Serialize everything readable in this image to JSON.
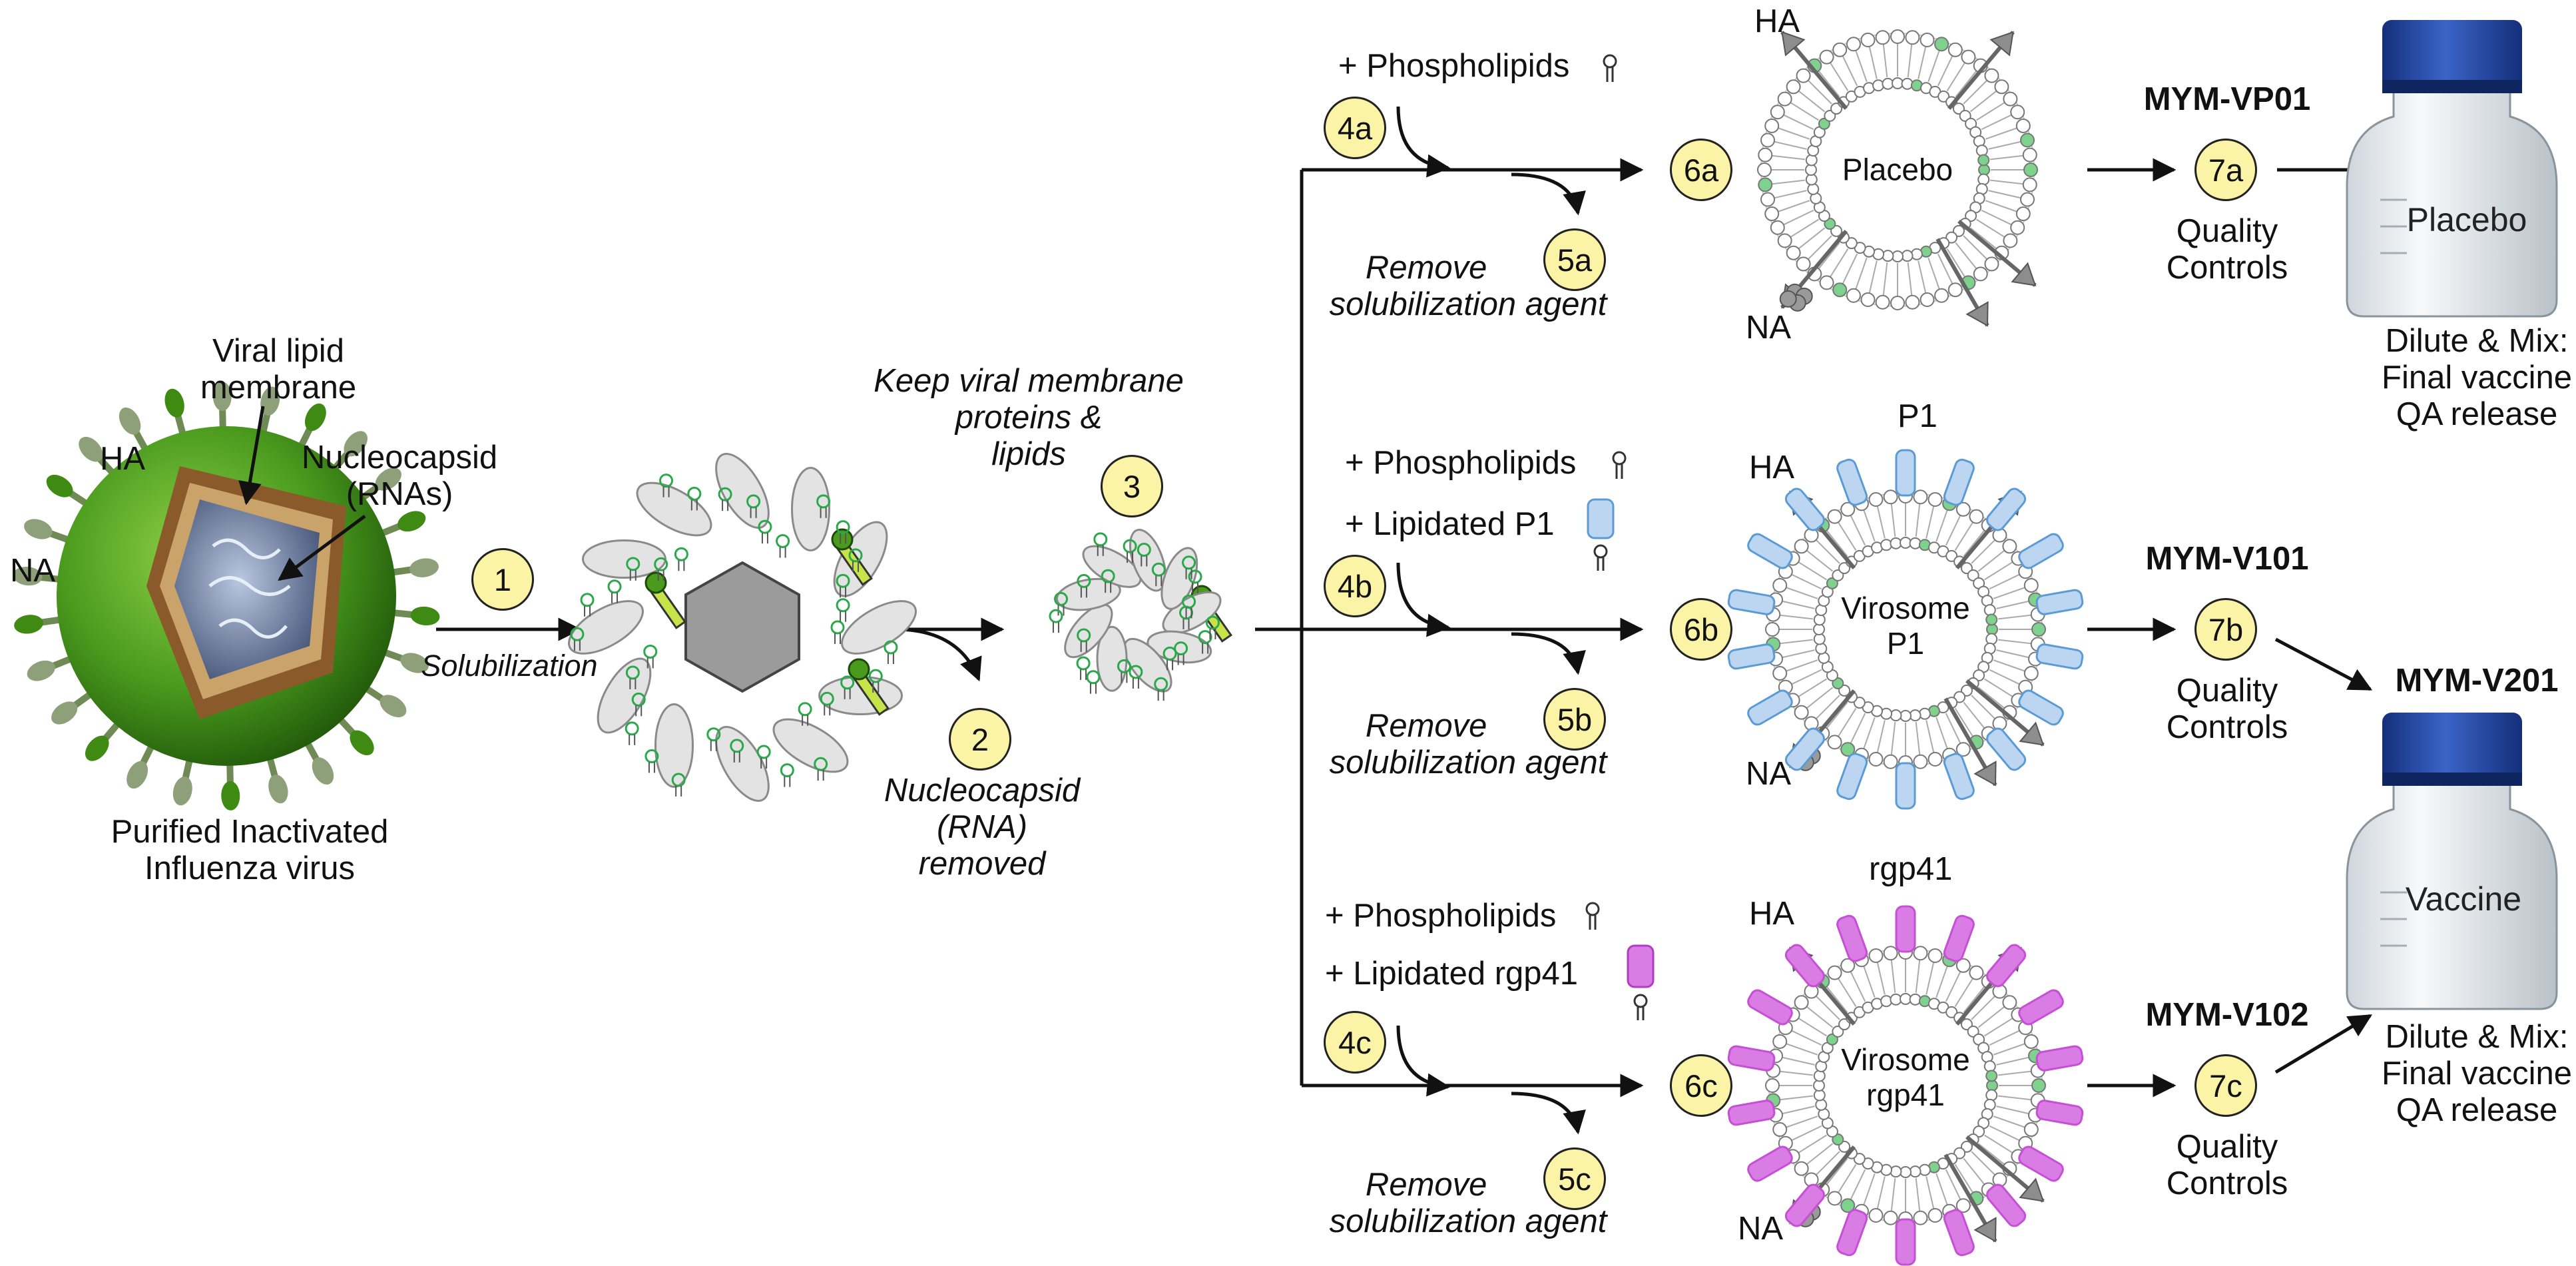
{
  "virus": {
    "lbl_membrane_1": "Viral lipid",
    "lbl_membrane_2": "membrane",
    "lbl_nucleo_1": "Nucleocapsid",
    "lbl_nucleo_2": "(RNAs)",
    "lbl_ha": "HA",
    "lbl_na": "NA",
    "caption_1": "Purified Inactivated",
    "caption_2": "Influenza  virus"
  },
  "steps": {
    "s1": "1",
    "s1_label": "Solubilization",
    "s2": "2",
    "s2_label_1": "Nucleocapsid",
    "s2_label_2": "(RNA)",
    "s2_label_3": "removed",
    "s3": "3",
    "s3_label_1": "Keep viral membrane",
    "s3_label_2": "proteins &",
    "s3_label_3": "lipids"
  },
  "branches": {
    "a": {
      "s4": "4a",
      "s5": "5a",
      "s6": "6a",
      "s7": "7a",
      "add_1": "+ Phospholipids",
      "remove_1": "Remove",
      "remove_2": "solubilization agent",
      "particle": "Placebo",
      "ha": "HA",
      "na": "NA",
      "product": "MYM-VP01",
      "qc_1": "Quality",
      "qc_2": "Controls"
    },
    "b": {
      "s4": "4b",
      "s5": "5b",
      "s6": "6b",
      "s7": "7b",
      "add_1": "+ Phospholipids",
      "add_2": "+ Lipidated P1",
      "remove_1": "Remove",
      "remove_2": "solubilization agent",
      "particle_1": "Virosome",
      "particle_2": "P1",
      "antigen": "P1",
      "ha": "HA",
      "na": "NA",
      "product": "MYM-V101",
      "qc_1": "Quality",
      "qc_2": "Controls"
    },
    "c": {
      "s4": "4c",
      "s5": "5c",
      "s6": "6c",
      "s7": "7c",
      "add_1": "+ Phospholipids",
      "add_2": "+ Lipidated rgp41",
      "remove_1": "Remove",
      "remove_2": "solubilization agent",
      "particle_1": "Virosome",
      "particle_2": "rgp41",
      "antigen": "rgp41",
      "ha": "HA",
      "na": "NA",
      "product": "MYM-V102",
      "qc_1": "Quality",
      "qc_2": "Controls"
    }
  },
  "bottles": {
    "top_label": "Placebo",
    "top_caption_1": "Dilute & Mix:",
    "top_caption_2": "Final vaccine",
    "top_caption_3": "QA release",
    "final_product": "MYM-V201",
    "bottom_label": "Vaccine",
    "bottom_caption_1": "Dilute & Mix:",
    "bottom_caption_2": "Final vaccine",
    "bottom_caption_3": "QA release"
  },
  "colors": {
    "badge_fill": "#fbf3a6",
    "virus_green": "#4a9a1e",
    "p1_blue": "#5b9bd5",
    "rgp41_magenta": "#c64fd6",
    "bottle_cap": "#1f3f9a"
  }
}
